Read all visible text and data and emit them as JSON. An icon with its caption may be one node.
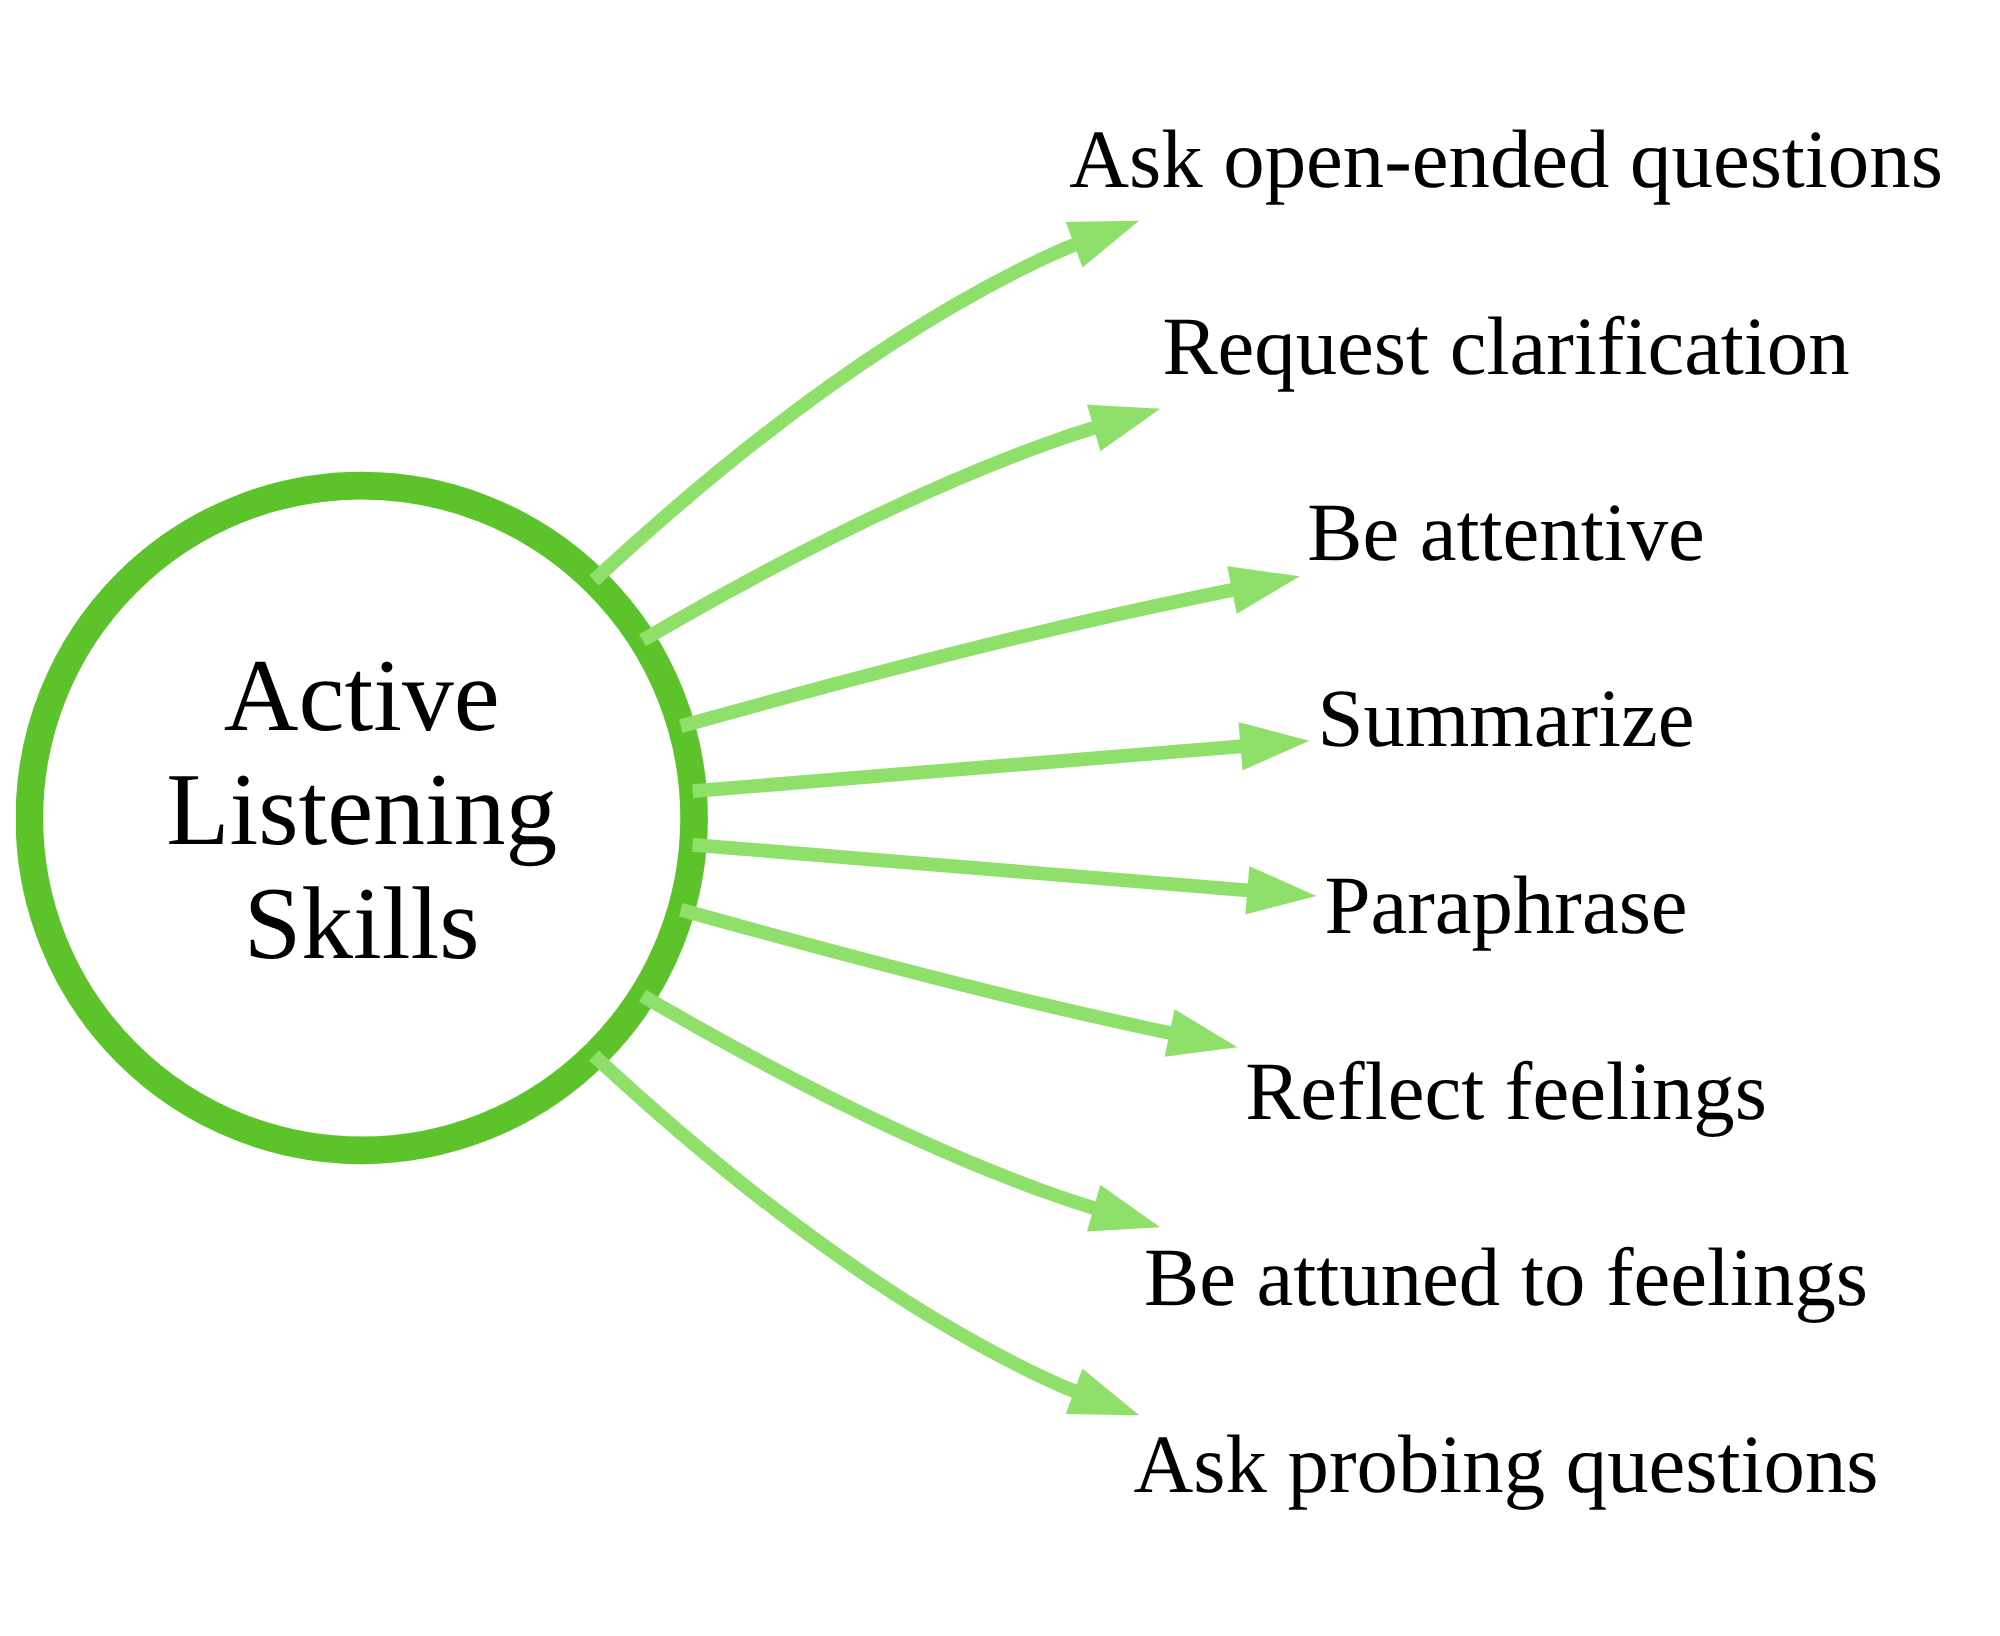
{
  "diagram": {
    "nodes": [
      {
        "text": [
          "Active Listening Skills"
        ]
      },
      {
        "text": [
          "Ask open-ended questions"
        ]
      },
      {
        "text": [
          "Request clarification"
        ]
      },
      {
        "text": [
          "Be attentive"
        ]
      },
      {
        "text": [
          "Summarize"
        ]
      },
      {
        "text": [
          "Paraphrase"
        ]
      },
      {
        "text": [
          "Reflect feelings"
        ]
      },
      {
        "text": [
          "Be attuned to feelings"
        ]
      },
      {
        "text": [
          "Ask probing questions"
        ]
      }
    ],
    "edges": [
      {
        "from": 0,
        "to": 1,
        "arrow": "to"
      },
      {
        "from": 0,
        "to": 2,
        "arrow": "to"
      },
      {
        "from": 0,
        "to": 3,
        "arrow": "to"
      },
      {
        "from": 0,
        "to": 4,
        "arrow": "to"
      },
      {
        "from": 0,
        "to": 5,
        "arrow": "to"
      },
      {
        "from": 0,
        "to": 6,
        "arrow": "to"
      },
      {
        "from": 0,
        "to": 7,
        "arrow": "to"
      },
      {
        "from": 0,
        "to": 8,
        "arrow": "to"
      }
    ]
  }
}
